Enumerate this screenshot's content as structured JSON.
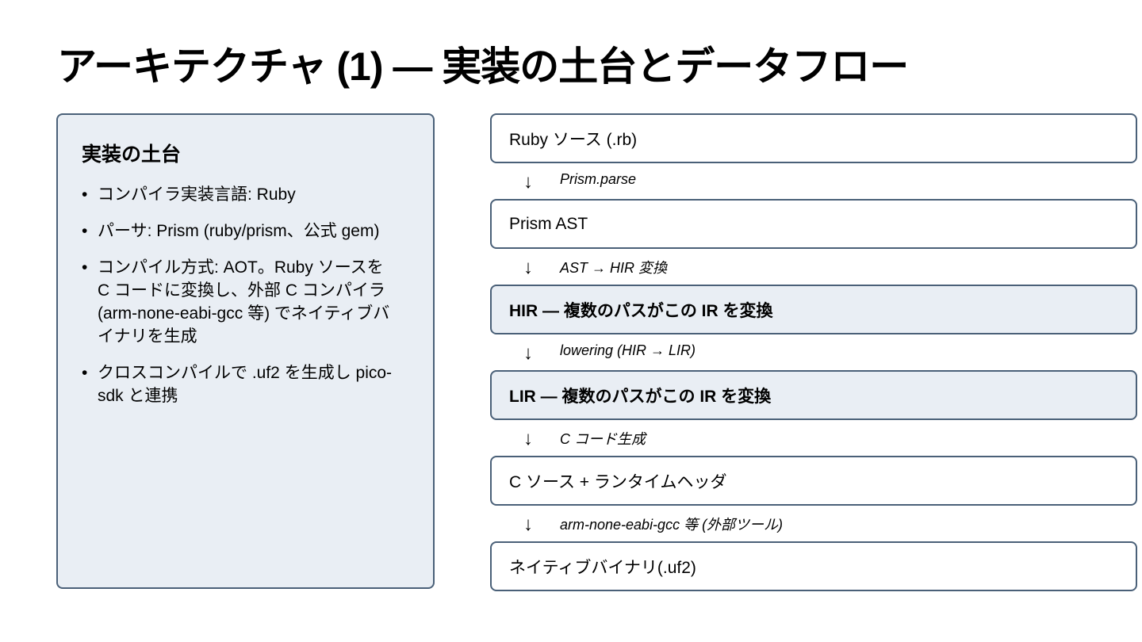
{
  "title": "アーキテクチャ (1) — 実装の土台とデータフロー",
  "left_panel": {
    "heading": "実装の土台",
    "bullets": [
      "コンパイラ実装言語: Ruby",
      "パーサ: Prism (ruby/prism、公式 gem)",
      "コンパイル方式: AOT。Ruby ソースを C コードに変換し、外部 C コンパイラ (arm-none-eabi-gcc 等) でネイティブバイナリを生成",
      "クロスコンパイルで .uf2 を生成し pico-sdk と連携"
    ]
  },
  "flow": {
    "arrow_glyph": "↓",
    "steps": [
      {
        "label": "Ruby ソース (.rb)"
      },
      {
        "label": "Prism AST"
      },
      {
        "label": "HIR — 複数のパスがこの IR を変換"
      },
      {
        "label": "LIR — 複数のパスがこの IR を変換"
      },
      {
        "label": "C ソース + ランタイムヘッダ"
      },
      {
        "label": "ネイティブバイナリ(.uf2)"
      }
    ],
    "transitions": [
      "Prism.parse",
      "AST → HIR 変換",
      "lowering (HIR → LIR)",
      "C コード生成",
      "arm-none-eabi-gcc 等 (外部ツール)"
    ]
  },
  "colors": {
    "panel_fill": "#e9eef4",
    "border": "#4a6078"
  }
}
